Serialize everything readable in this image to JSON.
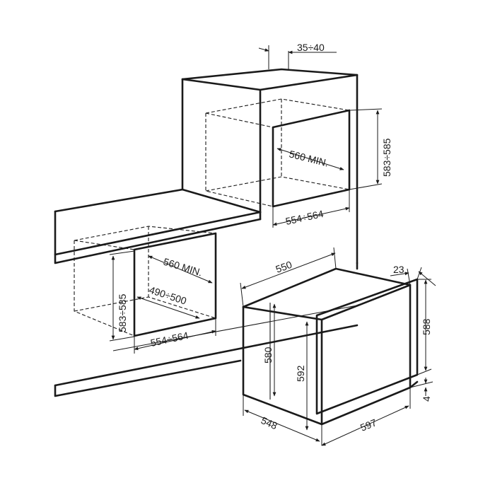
{
  "diagram": {
    "labels": {
      "top_gap": "35÷40",
      "upper_height": "583÷585",
      "upper_depth": "560 MIN.",
      "upper_width": "554÷564",
      "lower_height": "583÷585",
      "lower_depth": "560 MIN.",
      "lower_inner": "490÷500",
      "lower_width": "554÷564",
      "oven_depth_top": "550",
      "oven_door": "23",
      "oven_height_front": "588",
      "oven_height_side": "580",
      "oven_height_inner": "592",
      "oven_bottom_gap": "4",
      "oven_depth_bottom": "548",
      "oven_width": "597"
    }
  }
}
